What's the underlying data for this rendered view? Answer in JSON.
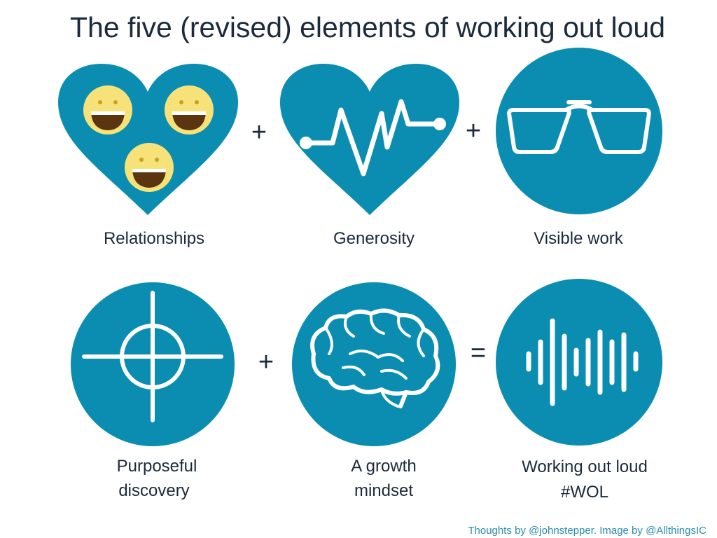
{
  "title": "The five (revised) elements of working out loud",
  "elements": [
    {
      "label": "Relationships",
      "icon": "heart-smileys-icon"
    },
    {
      "label": "Generosity",
      "icon": "heart-pulse-icon"
    },
    {
      "label": "Visible work",
      "icon": "glasses-icon"
    },
    {
      "label_line1": "Purposeful",
      "label_line2": "discovery",
      "icon": "crosshair-icon"
    },
    {
      "label_line1": "A growth",
      "label_line2": "mindset",
      "icon": "brain-icon"
    },
    {
      "label_line1": "Working out loud",
      "label_line2": "#WOL",
      "icon": "soundwave-icon"
    }
  ],
  "operators": {
    "plus": "+",
    "equals": "="
  },
  "credit": "Thoughts by @johnstepper. Image by @AllthingsIC",
  "colors": {
    "accent": "#0a8db0",
    "title": "#1b2a3c",
    "credit": "#2a8bab",
    "smiley": "#f7e27a",
    "mouth": "#5a3510"
  }
}
